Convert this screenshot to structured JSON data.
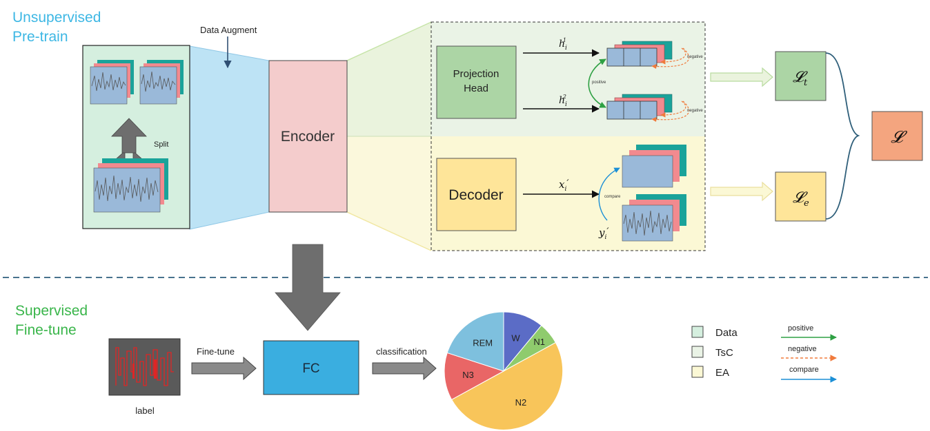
{
  "stage_labels": {
    "pretrain_line1": "Unsupervised",
    "pretrain_line2": "Pre-train",
    "finetune_line1": "Supervised",
    "finetune_line2": "Fine-tune"
  },
  "data_panel": {
    "split": "Split"
  },
  "data_augment": "Data Augment",
  "encoder": "Encoder",
  "projection_head": {
    "line1": "Projection",
    "line2": "Head"
  },
  "decoder": "Decoder",
  "tsc": {
    "h1_base": "h",
    "h1_sub": "i",
    "h1_sup": "1",
    "h2_base": "h",
    "h2_sub": "i",
    "h2_sup": "2",
    "positive": "positive",
    "negative_top": "negative",
    "negative_bottom": "negative"
  },
  "ea": {
    "x_base": "x",
    "x_sub": "i",
    "x_prime": "′",
    "y_base": "y",
    "y_sub": "i",
    "y_prime": "′",
    "compare": "compare"
  },
  "losses": {
    "script": "𝓛",
    "lt_sub": "t",
    "le_sub": "e",
    "total": "𝓛"
  },
  "finetune": {
    "label_caption": "label",
    "finetune_arrow": "Fine-tune",
    "fc": "FC",
    "classification": "classification"
  },
  "sleep_stages": [
    {
      "label": "W",
      "share": 0.11,
      "color": "#5b6cc6"
    },
    {
      "label": "N1",
      "share": 0.06,
      "color": "#8fcb6d"
    },
    {
      "label": "N2",
      "share": 0.5,
      "color": "#f8c55a"
    },
    {
      "label": "N3",
      "share": 0.13,
      "color": "#e96666"
    },
    {
      "label": "REM",
      "share": 0.2,
      "color": "#7ec0de"
    }
  ],
  "legend": {
    "items": [
      {
        "label": "Data",
        "color": "#d5efdf"
      },
      {
        "label": "TsC",
        "color": "#eaf3e6"
      },
      {
        "label": "EA",
        "color": "#fbf8d5"
      }
    ],
    "arrows": [
      {
        "label": "positive",
        "color": "#2ea043"
      },
      {
        "label": "negative",
        "color": "#f07a3c"
      },
      {
        "label": "compare",
        "color": "#1b8fd6"
      }
    ]
  },
  "colors": {
    "stage_blue": "#3db7e4",
    "stage_green": "#39b54a",
    "encoder_fill": "#f4cccc",
    "projection_fill": "#acd5a5",
    "decoder_fill": "#fee599",
    "fc_fill": "#3aaee0",
    "loss_total_fill": "#f4a57f"
  }
}
